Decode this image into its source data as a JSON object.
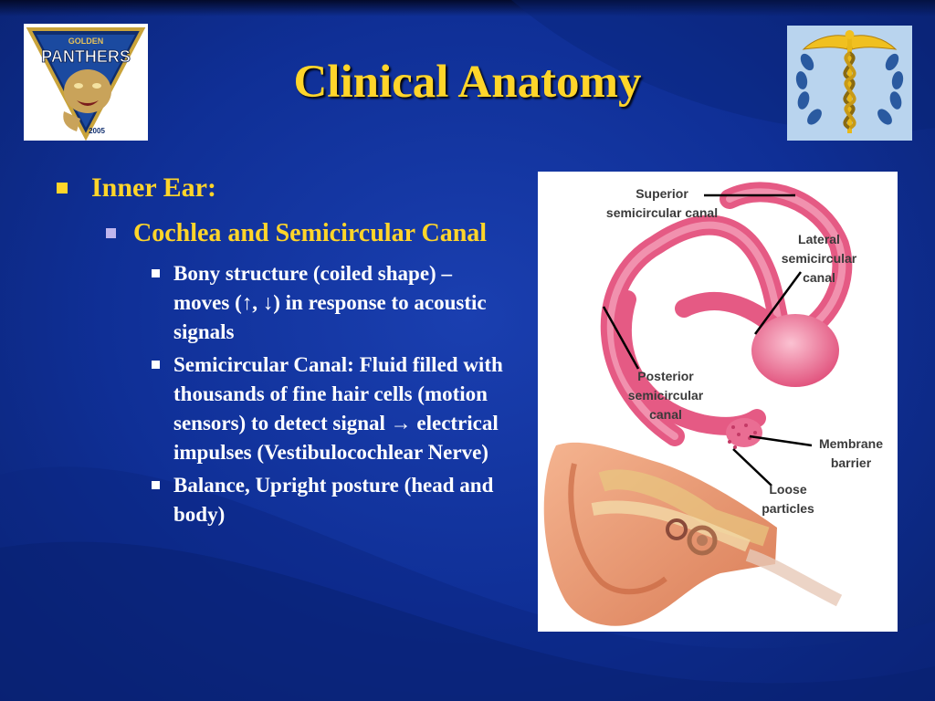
{
  "slide": {
    "title": "Clinical Anatomy",
    "bullets": {
      "level1": "Inner Ear:",
      "level2": "Cochlea and Semicircular Canal",
      "level3": [
        "Bony structure (coiled shape) – moves (↑, ↓) in response to acoustic signals",
        "Semicircular Canal:  Fluid filled with thousands of fine hair cells (motion sensors) to detect signal → electrical impulses (Vestibulocochlear Nerve)",
        "Balance, Upright posture (head and body)"
      ]
    }
  },
  "logos": {
    "left_text_top": "GOLDEN",
    "left_text_main": "PANTHERS",
    "left_text_year": "2005"
  },
  "figure": {
    "labels": {
      "superior": "Superior\nsemicircular canal",
      "lateral": "Lateral\nsemicircular\ncanal",
      "posterior": "Posterior\nsemicircular\ncanal",
      "membrane": "Membrane\nbarrier",
      "loose": "Loose\nparticles"
    }
  },
  "colors": {
    "background": "#0f2f96",
    "title": "#ffd52a",
    "body_text": "#ffffff",
    "level2_bullet": "#c0b6ee",
    "canal_pink": "#e85c86"
  }
}
